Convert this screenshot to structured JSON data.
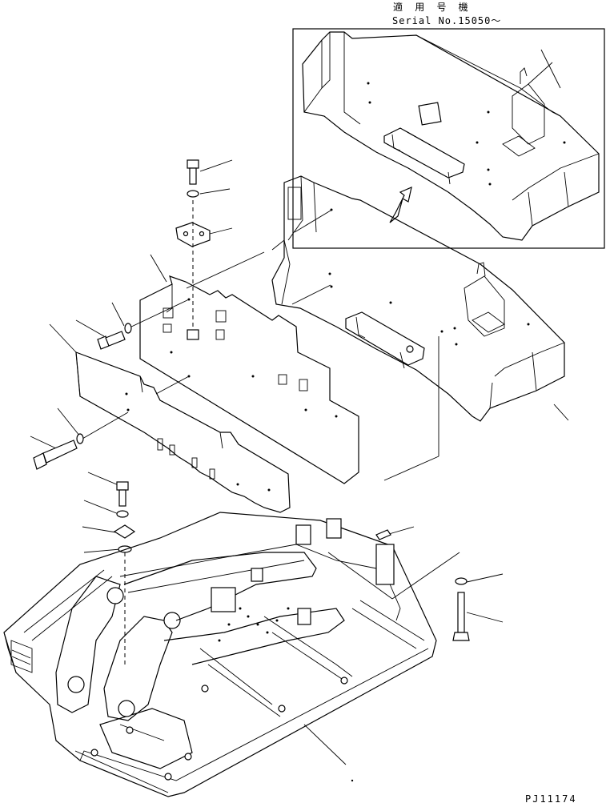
{
  "header": {
    "applicable_title": "適 用 号 機",
    "serial_note": "Serial No.15050～"
  },
  "footer": {
    "drawing_code": "PJ11174"
  }
}
